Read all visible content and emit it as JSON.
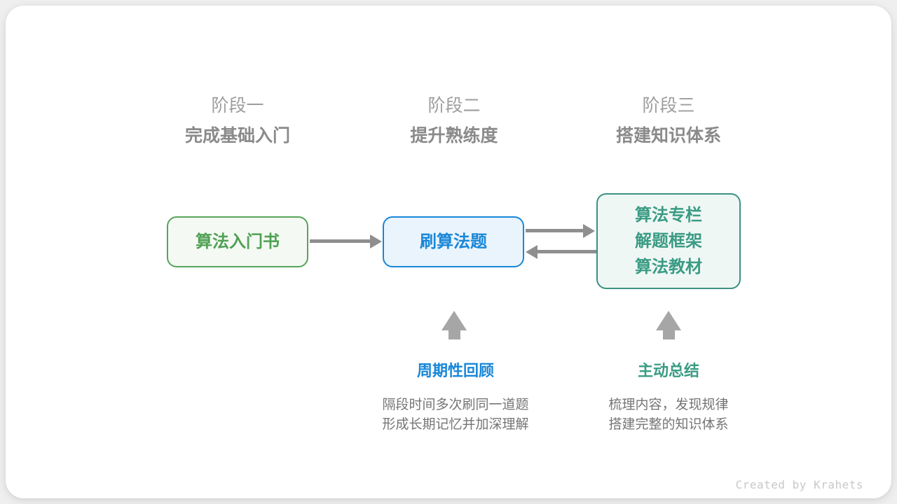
{
  "page": {
    "background_color": "#efefef",
    "card_background_color": "#ffffff"
  },
  "stages": [
    {
      "number": "阶段一",
      "title": "完成基础入门"
    },
    {
      "number": "阶段二",
      "title": "提升熟练度"
    },
    {
      "number": "阶段三",
      "title": "搭建知识体系"
    }
  ],
  "nodes": {
    "intro_book": {
      "lines": [
        "算法入门书"
      ],
      "text_color": "#4fa153",
      "border_color": "#57a45a",
      "bg_color": "#f4f9f3"
    },
    "practice": {
      "lines": [
        "刷算法题"
      ],
      "text_color": "#1887d8",
      "border_color": "#1887d8",
      "bg_color": "#eaf4fc"
    },
    "resources": {
      "lines": [
        "算法专栏",
        "解题框架",
        "算法教材"
      ],
      "text_color": "#3a9b84",
      "border_color": "#3c9183",
      "bg_color": "#eff7f4"
    }
  },
  "connectors": {
    "horizontal_arrow_color": "#8f8f8f",
    "up_arrow_color": "#a6a6a6",
    "icons": [
      "right-arrow-icon",
      "right-arrow-icon",
      "left-arrow-icon",
      "up-arrow-icon",
      "up-arrow-icon"
    ]
  },
  "annotations": [
    {
      "label": "周期性回顾",
      "label_color": "#1887d8",
      "desc_line1": "隔段时间多次刷同一道题",
      "desc_line2": "形成长期记忆并加深理解"
    },
    {
      "label": "主动总结",
      "label_color": "#3a9b84",
      "desc_line1": "梳理内容，发现规律",
      "desc_line2": "搭建完整的知识体系"
    }
  ],
  "credit": "Created by Krahets",
  "text_colors": {
    "stage_number": "#9d9d9d",
    "stage_title": "#8a8a8a",
    "description": "#757575",
    "credit": "#c8c8c8"
  }
}
